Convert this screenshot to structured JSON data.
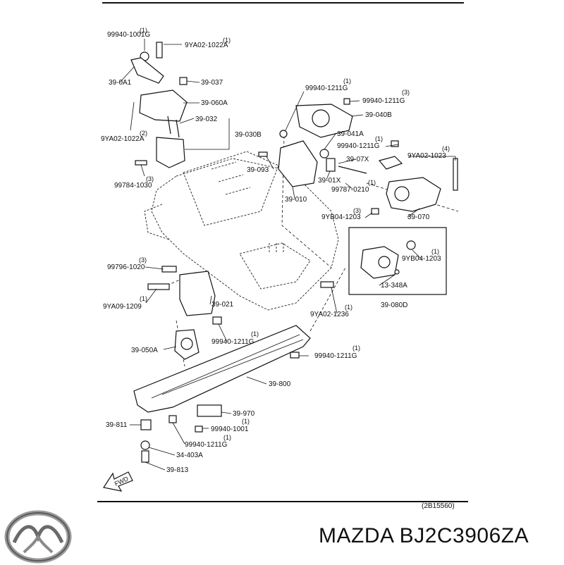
{
  "document": {
    "title": "MAZDA BJ2C3906ZA",
    "ref_code": "(2B15560)",
    "fwd_label": "FWD",
    "brand": "Mazda"
  },
  "parts": [
    {
      "id": "99940-1001G",
      "qty": "(1)"
    },
    {
      "id": "9YA02-1022A",
      "qty": "(1)"
    },
    {
      "id": "39-0A1",
      "qty": ""
    },
    {
      "id": "39-037",
      "qty": ""
    },
    {
      "id": "39-060A",
      "qty": ""
    },
    {
      "id": "39-032",
      "qty": ""
    },
    {
      "id": "39-030B",
      "qty": ""
    },
    {
      "id": "9YA02-1022A",
      "qty": "(2)"
    },
    {
      "id": "99784-1030",
      "qty": "(3)"
    },
    {
      "id": "99940-1211G",
      "qty": "(1)"
    },
    {
      "id": "99940-1211G",
      "qty": "(3)"
    },
    {
      "id": "39-040B",
      "qty": ""
    },
    {
      "id": "39-041A",
      "qty": ""
    },
    {
      "id": "99940-1211G",
      "qty": "(1)"
    },
    {
      "id": "9YA02-1023",
      "qty": "(4)"
    },
    {
      "id": "39-07X",
      "qty": ""
    },
    {
      "id": "39-093",
      "qty": ""
    },
    {
      "id": "39-01X",
      "qty": ""
    },
    {
      "id": "99787-0210",
      "qty": "(1)"
    },
    {
      "id": "39-010",
      "qty": ""
    },
    {
      "id": "9YB04-1203",
      "qty": "(3)"
    },
    {
      "id": "39-070",
      "qty": ""
    },
    {
      "id": "9YB04-1203",
      "qty": "(1)"
    },
    {
      "id": "13-348A",
      "qty": ""
    },
    {
      "id": "39-080D",
      "qty": ""
    },
    {
      "id": "99796-1020",
      "qty": "(3)"
    },
    {
      "id": "9YA09-1209",
      "qty": "(1)"
    },
    {
      "id": "39-021",
      "qty": ""
    },
    {
      "id": "9YA02-1236",
      "qty": "(1)"
    },
    {
      "id": "99940-1211G",
      "qty": "(1)"
    },
    {
      "id": "39-050A",
      "qty": ""
    },
    {
      "id": "99940-1211G",
      "qty": "(1)"
    },
    {
      "id": "39-800",
      "qty": ""
    },
    {
      "id": "39-970",
      "qty": ""
    },
    {
      "id": "39-811",
      "qty": ""
    },
    {
      "id": "99940-1001",
      "qty": "(1)"
    },
    {
      "id": "99940-1211G",
      "qty": "(1)"
    },
    {
      "id": "34-403A",
      "qty": ""
    },
    {
      "id": "39-813",
      "qty": ""
    }
  ]
}
